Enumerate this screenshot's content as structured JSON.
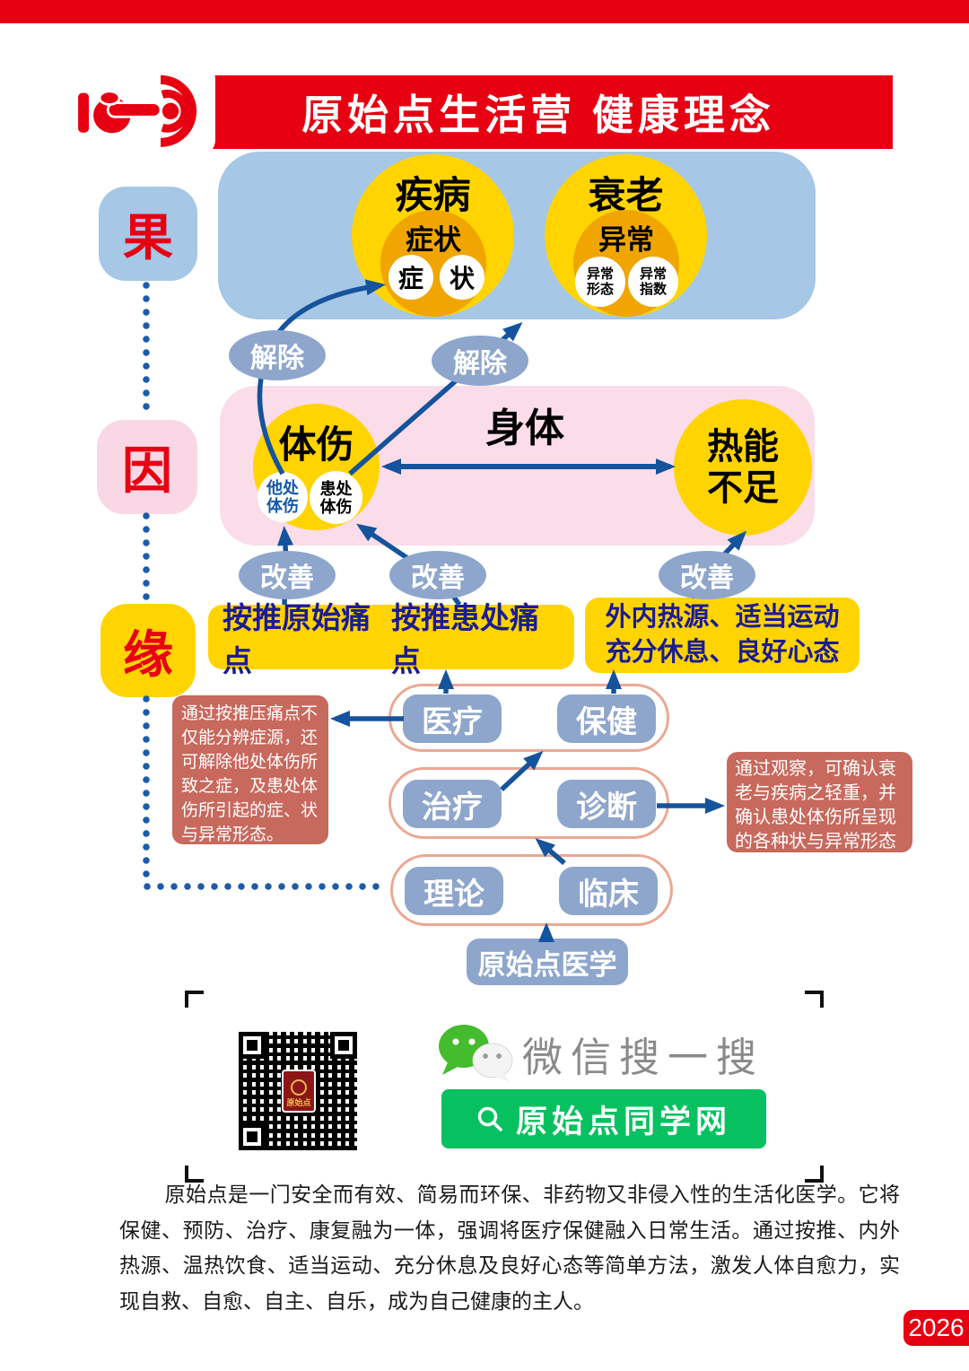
{
  "colors": {
    "red": "#E60012",
    "yellow": "#FFD400",
    "orange": "#F0A500",
    "blue_box": "#A6C7E6",
    "pink_box": "#FBDCE9",
    "node_blue": "#8EA6CC",
    "navy_text": "#1B1B94",
    "arrow_blue": "#15549C",
    "note_bg": "#C7695D",
    "wechat_green": "#07C160"
  },
  "header": {
    "title": "原始点生活营 健康理念"
  },
  "row_labels": {
    "effect": "果",
    "cause": "因",
    "condition": "缘"
  },
  "effect": {
    "disease": "疾病",
    "symptom": "症状",
    "sym_a": "症",
    "sym_b": "状",
    "aging": "衰老",
    "abnormal": "异常",
    "form_l1": "异常",
    "form_l2": "形态",
    "index_l1": "异常",
    "index_l2": "指数"
  },
  "connectors": {
    "relieve": "解除",
    "improve": "改善"
  },
  "cause": {
    "body": "身体",
    "injury": "体伤",
    "other_l1": "他处",
    "other_l2": "体伤",
    "site_l1": "患处",
    "site_l2": "体伤",
    "heat_l1": "热能",
    "heat_l2": "不足"
  },
  "condition": {
    "press_origin": "按推原始痛点",
    "press_site": "按推患处痛点",
    "heat_line1": "外内热源、适当运动",
    "heat_line2": "充分休息、良好心态"
  },
  "flow": {
    "medical": "医疗",
    "healthcare": "保健",
    "treatment": "治疗",
    "diagnosis": "诊断",
    "theory": "理论",
    "clinical": "临床",
    "origin_medicine": "原始点医学"
  },
  "notes": {
    "left": "通过按推压痛点不仅能分辨症源，还可解除他处体伤所致之症，及患处体伤所引起的症、状与异常形态。",
    "right": "通过观察，可确认衰老与疾病之轻重，并确认患处体伤所呈现的各种状与异常形态"
  },
  "wechat": {
    "qr_logo": "原始点",
    "search_hint": "微信搜一搜",
    "account_button": "原始点同学网"
  },
  "footer": {
    "paragraph": "原始点是一门安全而有效、简易而环保、非药物又非侵入性的生活化医学。它将保健、预防、治疗、康复融为一体，强调将医疗保健融入日常生活。通过按推、内外热源、温热饮食、适当运动、充分休息及良好心态等简单方法，激发人体自愈力，实现自救、自愈、自主、自乐，成为自己健康的主人。",
    "year": "2026"
  }
}
